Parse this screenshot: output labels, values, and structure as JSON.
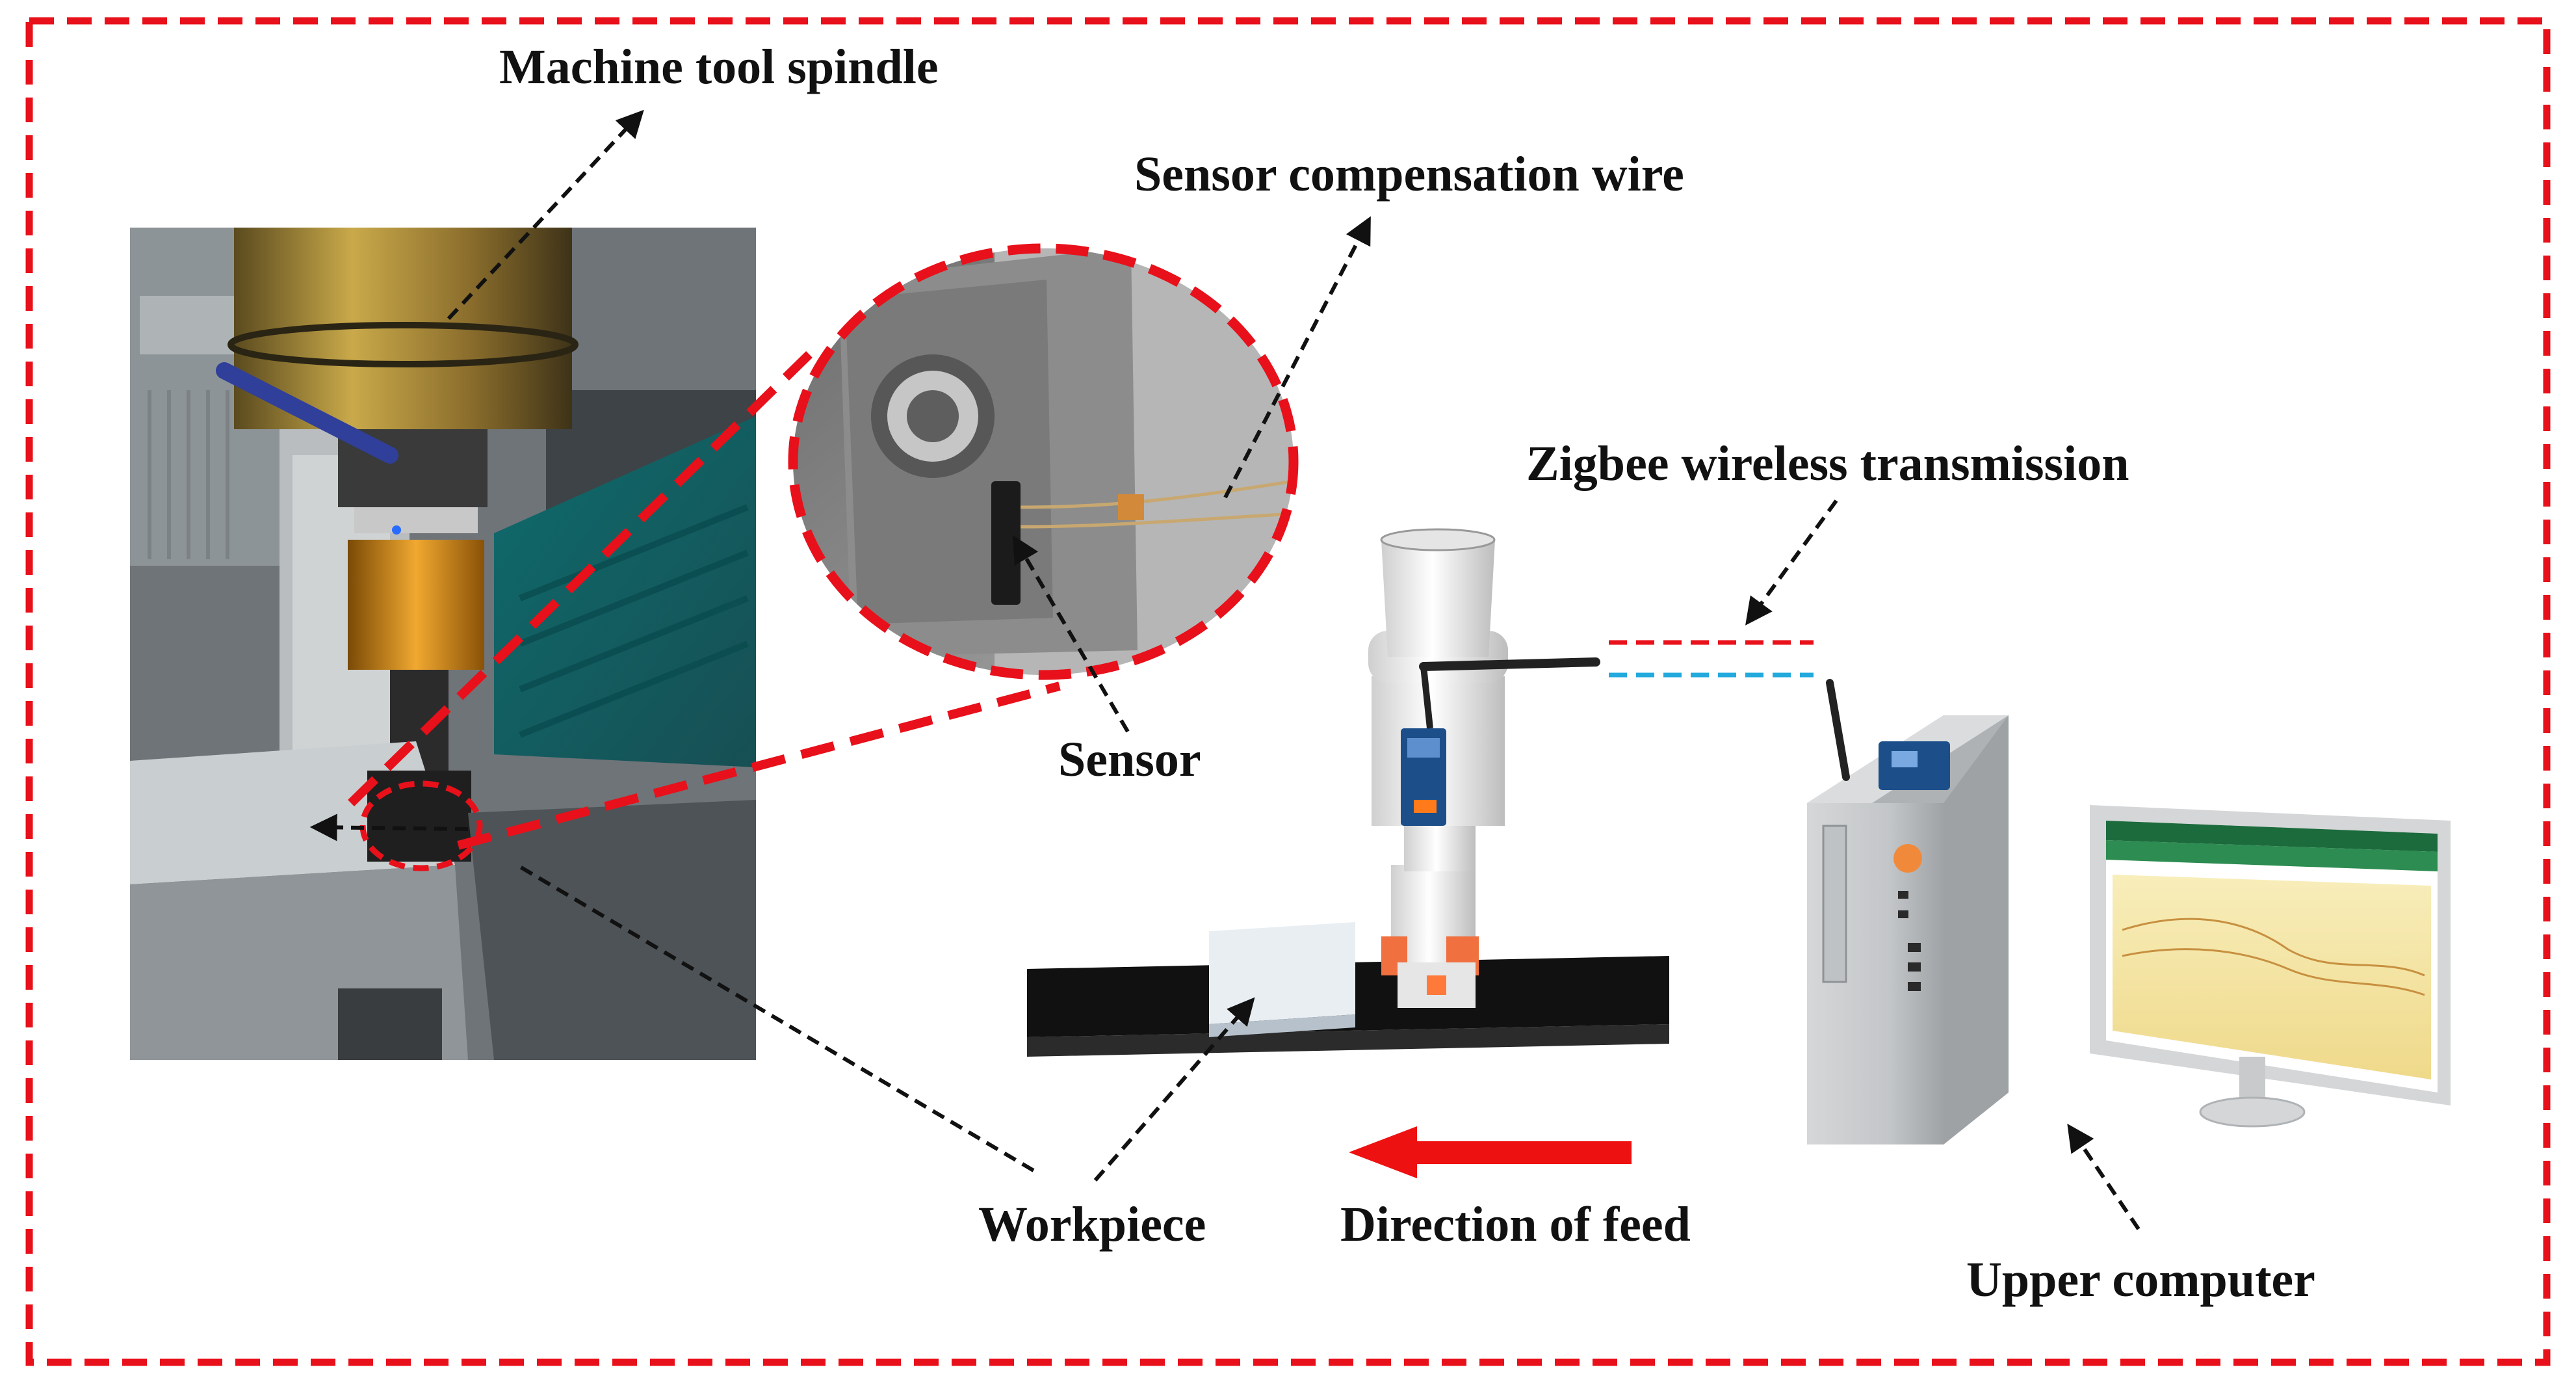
{
  "labels": {
    "spindle": "Machine tool spindle",
    "compensation_wire": "Sensor compensation wire",
    "zigbee": "Zigbee wireless transmission",
    "sensor": "Sensor",
    "workpiece": "Workpiece",
    "feed": "Direction of feed",
    "upper_computer": "Upper computer"
  },
  "colors": {
    "frame": "#e8101a",
    "arrow": "#111111",
    "feed_arrow": "#ee1111",
    "signal_red": "#e8101a",
    "signal_blue": "#22aadd",
    "screen_header": "#1c6b3d",
    "screen_panel": "#f6e8a8"
  }
}
